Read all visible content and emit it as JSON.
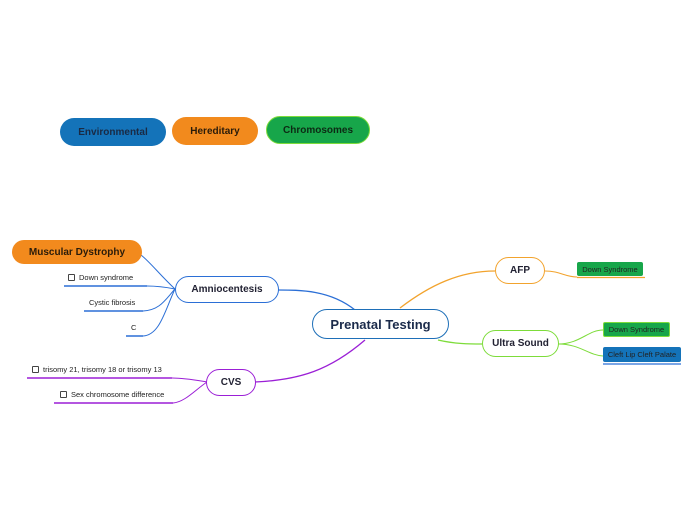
{
  "legend": {
    "environmental": "Environmental",
    "hereditary": "Hereditary",
    "chromosomes": "Chromosomes"
  },
  "central": "Prenatal Testing",
  "amniocentesis": {
    "label": "Amniocentesis",
    "muscular": "Muscular Dystrophy",
    "down": "Down syndrome",
    "cystic": "Cystic fibrosis",
    "c": "C"
  },
  "cvs": {
    "label": "CVS",
    "trisomy": "trisomy 21, trisomy 18 or trisomy 13",
    "sex": "Sex chromosome difference"
  },
  "afp": {
    "label": "AFP",
    "down": "Down Syndrome"
  },
  "ultrasound": {
    "label": "Ultra Sound",
    "down": "Down Syndrome",
    "cleft": "Cleft Lip Cleft Palate"
  },
  "colors": {
    "environmental": "#1473b9",
    "hereditary": "#f28a1d",
    "chromosomes": "#17a64a",
    "blue_line": "#2b6fd6",
    "purple_line": "#9b1fd6",
    "orange_line": "#f2a32d",
    "green_line": "#7ddc3a"
  }
}
